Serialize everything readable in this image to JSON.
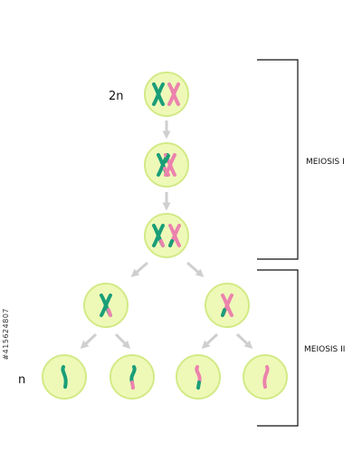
{
  "labels": {
    "ploidy_top": "2n",
    "ploidy_bottom": "n",
    "meiosis_1": "MEIOSIS I",
    "meiosis_2": "MEIOSIS II"
  },
  "side_id": "#415624807",
  "colors": {
    "cell_fill": "#eef9b8",
    "cell_stroke": "#d3ea86",
    "chromosome_green": "#1a9e78",
    "chromosome_pink": "#ec83ad",
    "arrow": "#cfcfcf",
    "bracket": "#111111"
  }
}
